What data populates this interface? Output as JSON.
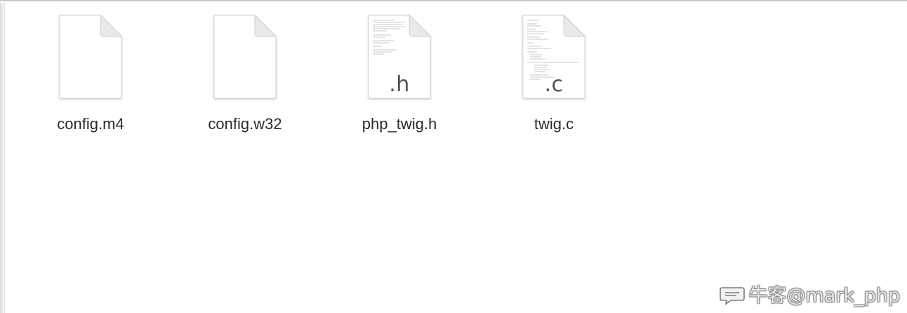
{
  "files": [
    {
      "name": "config.m4",
      "ext_label": "",
      "type": "blank"
    },
    {
      "name": "config.w32",
      "ext_label": "",
      "type": "blank"
    },
    {
      "name": "php_twig.h",
      "ext_label": ".h",
      "type": "source"
    },
    {
      "name": "twig.c",
      "ext_label": ".c",
      "type": "source"
    }
  ],
  "watermark": {
    "text": "牛客@mark_php",
    "icon": "chat-bubble-icon"
  },
  "colors": {
    "background": "#ffffff",
    "ext_label": "#5a4a52",
    "file_name": "#2b2b2b"
  }
}
